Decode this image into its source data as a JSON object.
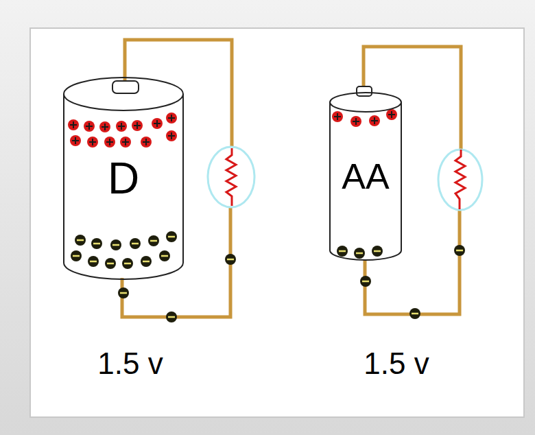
{
  "diagram": {
    "nodes": [
      {
        "text": [
          "D"
        ]
      },
      {
        "text": [
          "AA"
        ]
      }
    ],
    "labels": [
      "1.5 v",
      "1.5 v"
    ]
  }
}
